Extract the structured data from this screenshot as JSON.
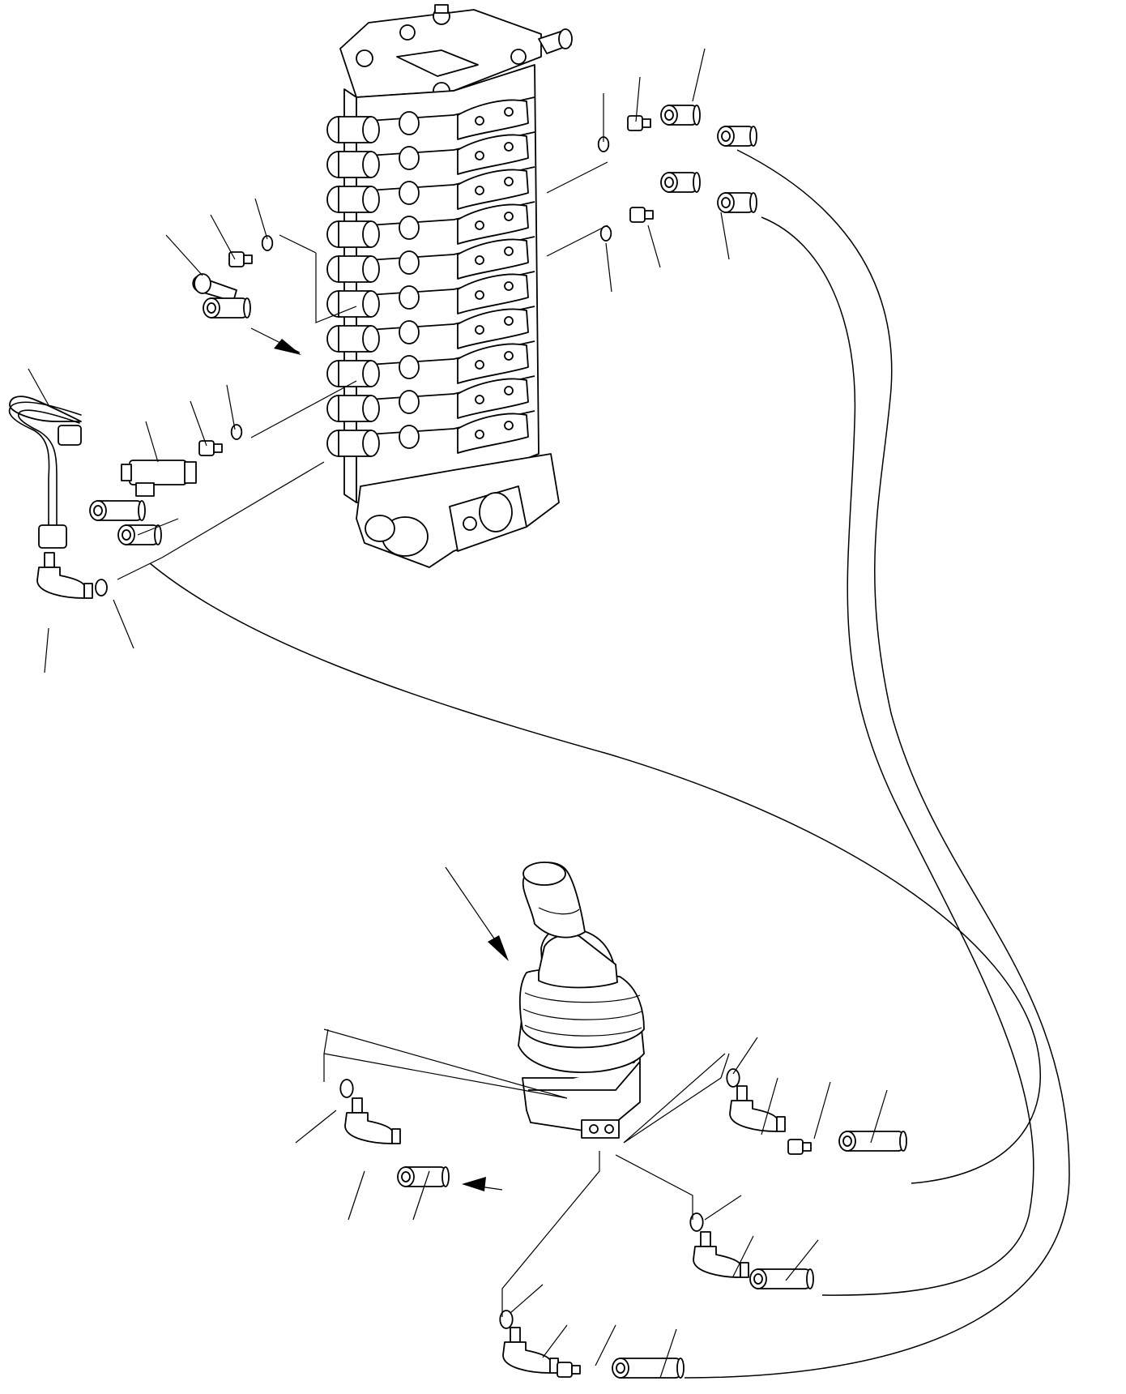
{
  "diagram": {
    "components": [
      {
        "id": "control-valve",
        "icon": "control-valve-block-icon"
      },
      {
        "id": "joystick",
        "icon": "ppc-joystick-valve-icon"
      },
      {
        "id": "pilot-hoses",
        "icon": "hose-icon"
      },
      {
        "id": "elbow-fittings",
        "icon": "elbow-fitting-icon"
      },
      {
        "id": "o-rings",
        "icon": "o-ring-icon"
      },
      {
        "id": "adapters",
        "icon": "adapter-icon"
      },
      {
        "id": "tee-fitting",
        "icon": "tee-fitting-icon"
      },
      {
        "id": "tube",
        "icon": "bent-tube-icon"
      }
    ],
    "colors": {
      "line": "#000000",
      "background": "#ffffff"
    }
  }
}
